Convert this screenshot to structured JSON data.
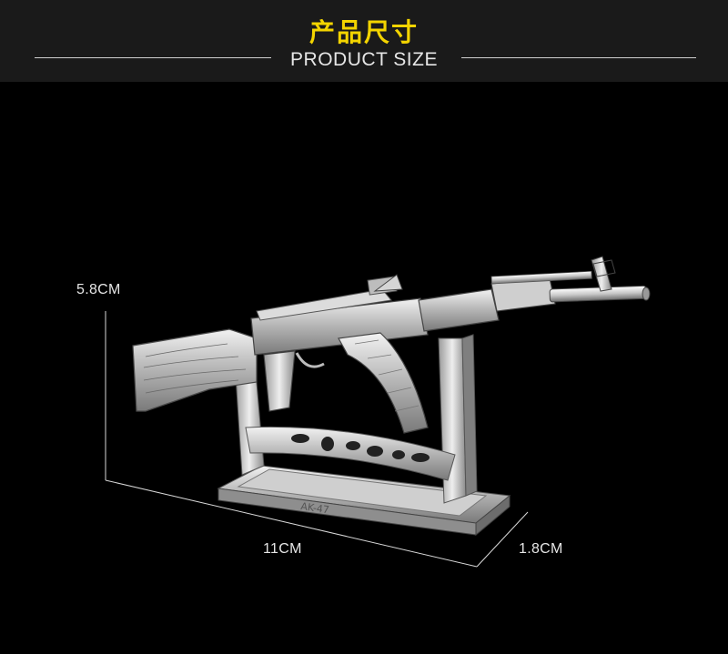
{
  "header": {
    "title_cn": "产品尺寸",
    "title_en": "PRODUCT SIZE"
  },
  "dimensions": {
    "height": "5.8CM",
    "width": "11CM",
    "depth": "1.8CM"
  },
  "product": {
    "stand_engraving": "AK-47"
  },
  "colors": {
    "title_accent": "#f3d400",
    "background": "#000000",
    "header_band": "#1a1a1a",
    "text": "#e6e6e6",
    "metal": "#bfbfbf"
  }
}
